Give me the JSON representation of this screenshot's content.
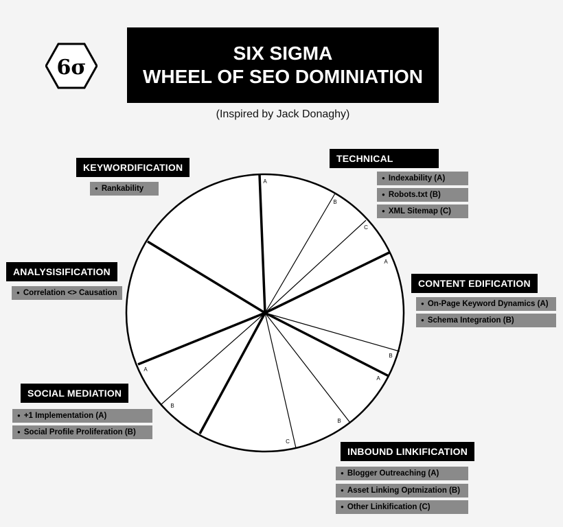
{
  "header": {
    "title_line1": "SIX SIGMA",
    "title_line2": "WHEEL OF SEO DOMINIATION",
    "subtitle": "(Inspired by Jack Donaghy)",
    "logo_text": "6σ"
  },
  "categories": {
    "keywordification": {
      "label": "KEYWORDIFICATION",
      "items": [
        "Rankability"
      ]
    },
    "technical": {
      "label": "TECHNICAL",
      "items": [
        "Indexability (A)",
        "Robots.txt (B)",
        "XML Sitemap (C)"
      ]
    },
    "analysisification": {
      "label": "ANALYSISIFICATION",
      "items": [
        "Correlation <> Causation"
      ]
    },
    "content_edification": {
      "label": "CONTENT EDIFICATION",
      "items": [
        "On-Page Keyword Dynamics  (A)",
        "Schema Integration (B)"
      ]
    },
    "social_mediation": {
      "label": "SOCIAL MEDIATION",
      "items": [
        "+1 Implementation  (A)",
        "Social Profile Proliferation (B)"
      ]
    },
    "inbound_linkification": {
      "label": "INBOUND LINKIFICATION",
      "items": [
        "Blogger Outreaching  (A)",
        "Asset Linking Optmization (B)",
        "Other Linkification (C)"
      ]
    }
  },
  "wheel": {
    "segment_labels": [
      "A",
      "B",
      "C",
      "A",
      "B",
      "A",
      "B",
      "C",
      "B",
      "A"
    ]
  }
}
